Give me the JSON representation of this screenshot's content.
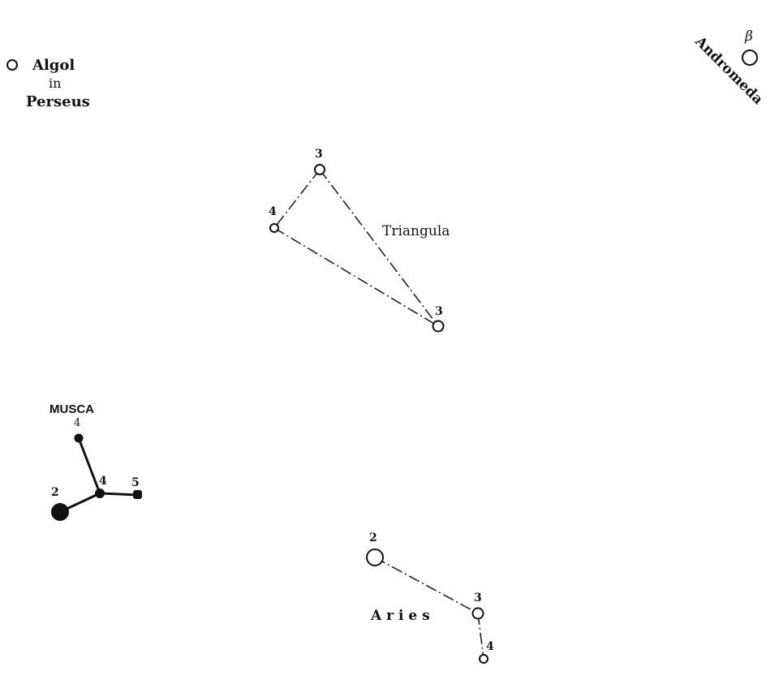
{
  "labels": {
    "algol": "Algol",
    "in": "in",
    "perseus": "Perseus",
    "beta": "β",
    "andromeda": "Andromeda",
    "triangula": "Triangula",
    "musca": "MUSCA",
    "aries": "A r i e s"
  },
  "magnitudes": {
    "triangula": [
      "3",
      "4",
      "3"
    ],
    "musca": [
      "4",
      "2",
      "4",
      "5"
    ],
    "aries": [
      "2",
      "3",
      "4"
    ]
  }
}
